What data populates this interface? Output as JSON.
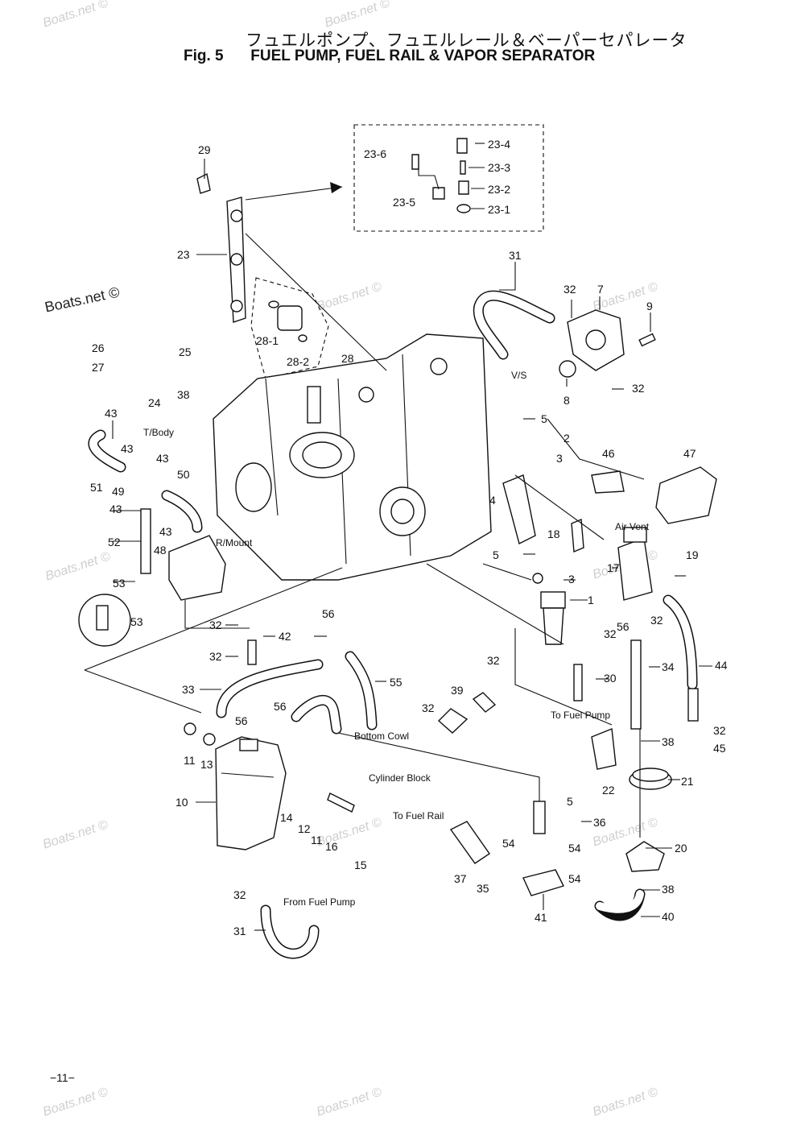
{
  "title": {
    "japanese": "フュエルポンプ、フュエルレール＆ベーパーセパレータ",
    "figure": "Fig. 5",
    "english": "FUEL PUMP, FUEL RAIL  & VAPOR SEPARATOR"
  },
  "watermark": "Boats.net ©",
  "page_number": "−11−",
  "notes": {
    "vs": "V/S",
    "t_body": "T/Body",
    "r_mount": "R/Mount",
    "air_vent": "Air Vent",
    "to_fuel_pump": "To Fuel Pump",
    "bottom_cowl": "Bottom Cowl",
    "cylinder_block": "Cylinder Block",
    "to_fuel_rail": "To Fuel Rail",
    "from_fuel_pump": "From Fuel Pump"
  },
  "callouts": {
    "c29": "29",
    "c23_6": "23-6",
    "c23_4": "23-4",
    "c23_3": "23-3",
    "c23_2": "23-2",
    "c23_5": "23-5",
    "c23_1": "23-1",
    "c23": "23",
    "c31a": "31",
    "c32a": "32",
    "c7": "7",
    "c9": "9",
    "c28_1": "28-1",
    "c26": "26",
    "c25": "25",
    "c27": "27",
    "c28_2": "28-2",
    "c28": "28",
    "c24": "24",
    "c38a": "38",
    "c8": "8",
    "c32b": "32",
    "c43a": "43",
    "c5a": "5",
    "c2": "2",
    "c43b": "43",
    "c43c": "43",
    "c3a": "3",
    "c46": "46",
    "c47": "47",
    "c51": "51",
    "c49": "49",
    "c50": "50",
    "c43d": "43",
    "c4": "4",
    "c18": "18",
    "c43e": "43",
    "c52": "52",
    "c48": "48",
    "c17": "17",
    "c19": "19",
    "c5b": "5",
    "c3b": "3",
    "c53a": "53",
    "c53b": "53",
    "c1": "1",
    "c56a": "56",
    "c32c": "32",
    "c32d": "32",
    "c42": "42",
    "c56b": "56",
    "c32e": "32",
    "c34": "34",
    "c44": "44",
    "c32f": "32",
    "c55": "55",
    "c30": "30",
    "c33": "33",
    "c39": "39",
    "c56c": "56",
    "c32g": "32",
    "c56d": "56",
    "c38b": "38",
    "c32h": "32",
    "c11a": "11",
    "c13": "13",
    "c45": "45",
    "c22": "22",
    "c21": "21",
    "c10": "10",
    "c14": "14",
    "c12": "12",
    "c11b": "11",
    "c16": "16",
    "c5c": "5",
    "c36": "36",
    "c15": "15",
    "c54a": "54",
    "c54b": "54",
    "c20": "20",
    "c37": "37",
    "c35": "35",
    "c54c": "54",
    "c38c": "38",
    "c32i": "32",
    "c41": "41",
    "c40": "40",
    "c31b": "31"
  }
}
